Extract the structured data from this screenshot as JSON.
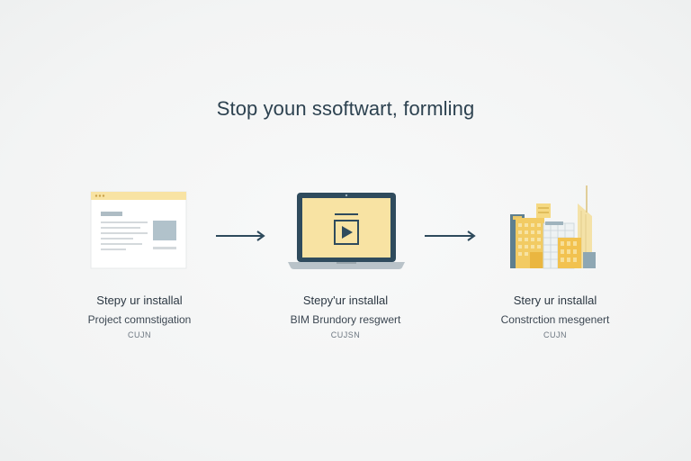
{
  "title": "Stop youn ssoftwart, formling",
  "steps": [
    {
      "label": "Stepy ur installal",
      "description": "Project comnstigation",
      "tag": "CUJN",
      "icon": "browser-window-icon"
    },
    {
      "label": "Stepy'ur installal",
      "description": "BIM Brundory resgwert",
      "tag": "CUJSN",
      "icon": "laptop-play-icon"
    },
    {
      "label": "Stery ur installal",
      "description": "Constrction mesgenert",
      "tag": "CUJN",
      "icon": "city-buildings-icon"
    }
  ],
  "colors": {
    "accent_yellow": "#f8e3a3",
    "dark_blue": "#2e4a5c",
    "gray_blue": "#9fb3bd",
    "gold": "#f2c24f"
  }
}
